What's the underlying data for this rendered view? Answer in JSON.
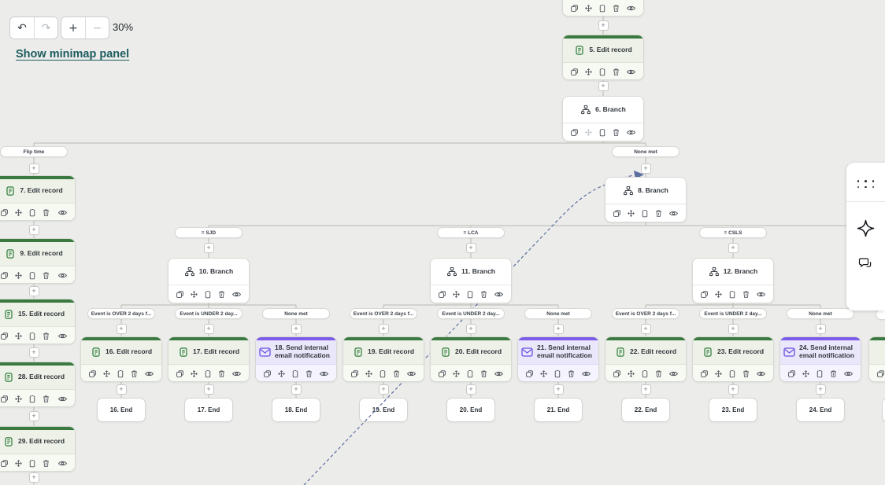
{
  "toolbar": {
    "zoom_level": "30%",
    "minimap_link": "Show minimap panel",
    "history_icons": [
      "undo-icon",
      "redo-icon"
    ],
    "zoom_icons": [
      "zoom-in-icon",
      "zoom-out-icon"
    ]
  },
  "side_panel": {
    "icons": [
      "drag-dots-icon",
      "ai-sparkle-icon",
      "comments-icon"
    ]
  },
  "node_toolbar_icons": [
    "duplicate-icon",
    "move-icon",
    "clipboard-icon",
    "delete-icon",
    "preview-icon"
  ],
  "colors": {
    "edit_accent": "#3a7a40",
    "email_accent": "#7a5ce8",
    "link": "#1d5c5f",
    "goto_line": "#5c6fa0",
    "canvas": "#ececea"
  },
  "graph": {
    "nodes": [
      {
        "id": "n4",
        "title": "",
        "type": "edit"
      },
      {
        "id": "n5",
        "title": "5. Edit record",
        "type": "edit"
      },
      {
        "id": "n6",
        "title": "6. Branch",
        "type": "branch"
      },
      {
        "id": "n7",
        "title": "7. Edit record",
        "type": "edit"
      },
      {
        "id": "n8",
        "title": "8. Branch",
        "type": "branch"
      },
      {
        "id": "n9",
        "title": "9. Edit record",
        "type": "edit"
      },
      {
        "id": "n10",
        "title": "10. Branch",
        "type": "branch"
      },
      {
        "id": "n11",
        "title": "11. Branch",
        "type": "branch"
      },
      {
        "id": "n12",
        "title": "12. Branch",
        "type": "branch"
      },
      {
        "id": "n15",
        "title": "15. Edit record",
        "type": "edit"
      },
      {
        "id": "n16",
        "title": "16. Edit record",
        "type": "edit"
      },
      {
        "id": "n17",
        "title": "17. Edit record",
        "type": "edit"
      },
      {
        "id": "n18",
        "title": "18. Send internal email notification",
        "type": "email"
      },
      {
        "id": "n19",
        "title": "19. Edit record",
        "type": "edit"
      },
      {
        "id": "n20",
        "title": "20. Edit record",
        "type": "edit"
      },
      {
        "id": "n21",
        "title": "21. Send internal email notification",
        "type": "email"
      },
      {
        "id": "n22",
        "title": "22. Edit record",
        "type": "edit"
      },
      {
        "id": "n23",
        "title": "23. Edit record",
        "type": "edit"
      },
      {
        "id": "n24",
        "title": "24. Send internal email notification",
        "type": "email"
      },
      {
        "id": "n25",
        "title": "",
        "type": "edit"
      },
      {
        "id": "n28",
        "title": "28. Edit record",
        "type": "edit"
      },
      {
        "id": "n29",
        "title": "29. Edit record",
        "type": "edit"
      }
    ],
    "branch_labels": [
      "Flip time",
      "None met",
      "= SJD",
      "= LCA",
      "= CSLS",
      "Event is OVER 2 days f...",
      "Event is UNDER 2 day...",
      "None met",
      "Event is OVER 2 days f...",
      "Event is UNDER 2 day...",
      "None met",
      "Event is OVER 2 days f...",
      "Event is UNDER 2 day...",
      "None met",
      ""
    ],
    "end_nodes": [
      "16. End",
      "17. End",
      "18. End",
      "19. End",
      "20. End",
      "21. End",
      "22. End",
      "23. End",
      "24. End",
      ""
    ]
  }
}
